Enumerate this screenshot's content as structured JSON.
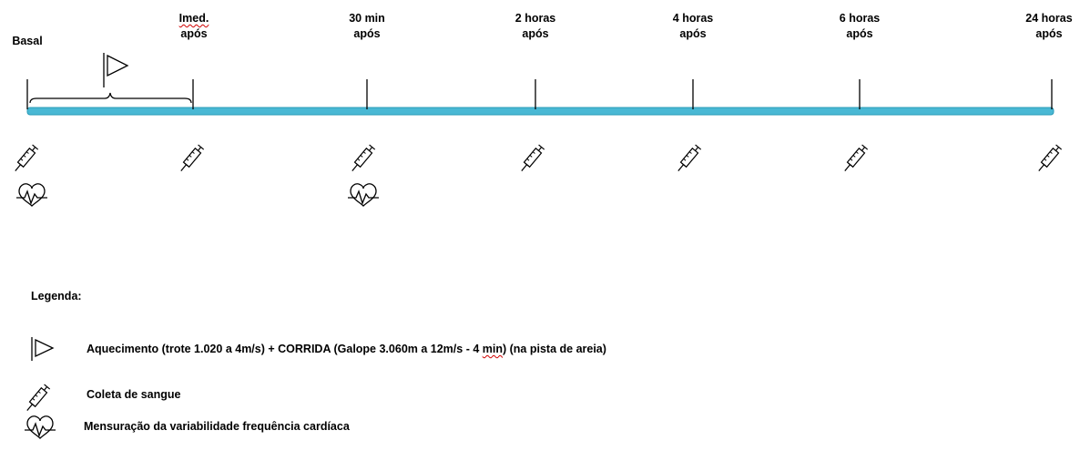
{
  "timepoints": [
    {
      "id": "basal",
      "lines": [
        "Basal"
      ],
      "blood": true,
      "hrv": true
    },
    {
      "id": "imed",
      "lines": [
        "Imed.",
        "após"
      ],
      "blood": true,
      "hrv": false
    },
    {
      "id": "30min",
      "lines": [
        "30 min",
        "após"
      ],
      "blood": true,
      "hrv": true
    },
    {
      "id": "2h",
      "lines": [
        "2 horas",
        "após"
      ],
      "blood": true,
      "hrv": false
    },
    {
      "id": "4h",
      "lines": [
        "4 horas",
        "após"
      ],
      "blood": true,
      "hrv": false
    },
    {
      "id": "6h",
      "lines": [
        "6 horas",
        "após"
      ],
      "blood": true,
      "hrv": false
    },
    {
      "id": "24h",
      "lines": [
        "24 horas",
        "após"
      ],
      "blood": true,
      "hrv": false
    }
  ],
  "legend": {
    "title": "Legenda:",
    "exercise_prefix": "Aquecimento (trote  1.020 a 4m/s) + CORRIDA (Galope  3.060m a 12m/s  - 4 ",
    "exercise_min": "min",
    "exercise_suffix": ")  (na pista de areia)",
    "blood": "Coleta de sangue",
    "hrv": " Mensuração da  variabilidade frequência cardíaca"
  },
  "colors": {
    "timeline_bar": "#49b8d4",
    "spellcheck_underline": "#d00000"
  },
  "icons": {
    "exercise": "flag-icon",
    "blood": "syringe-icon",
    "hrv": "heart-rate-icon"
  }
}
